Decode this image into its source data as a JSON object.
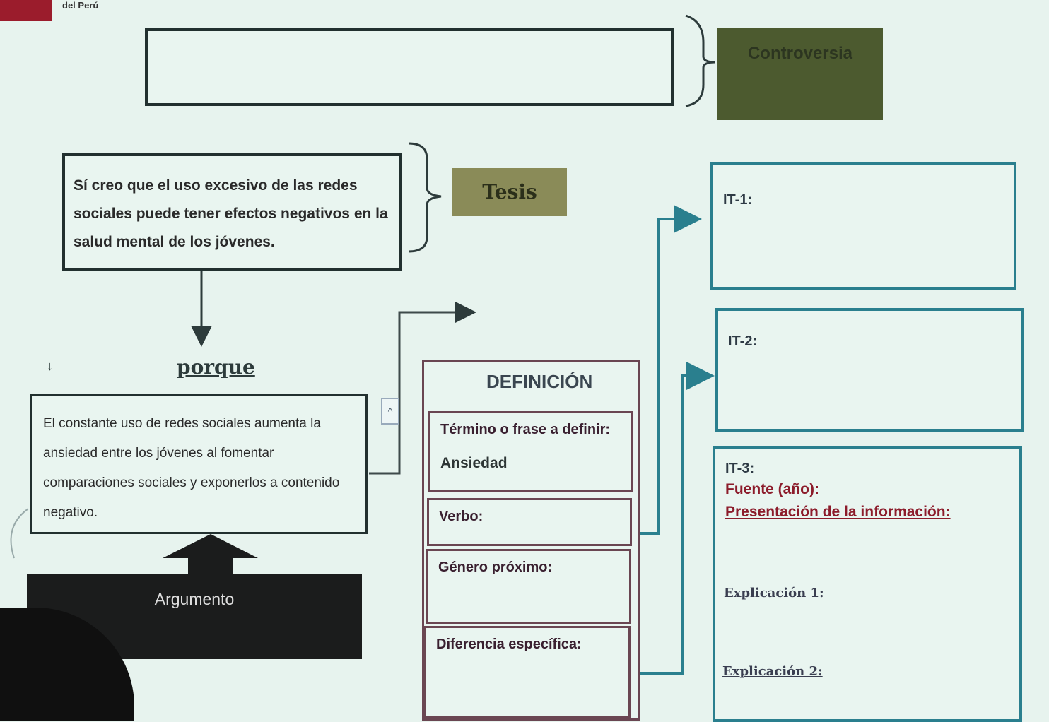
{
  "header": {
    "logo_text": "del Perú"
  },
  "controversia": {
    "label": "Controversia"
  },
  "thesis": {
    "text": "Sí creo que el uso excesivo de las redes sociales puede tener efectos negativos en la salud mental de los jóvenes.",
    "label": "Tesis"
  },
  "porque": {
    "label": "porque",
    "small_arrow": "↓"
  },
  "argument": {
    "text": "El constante uso de redes sociales aumenta la ansiedad entre los jóvenes al fomentar comparaciones sociales y exponerlos a contenido negativo.",
    "label": "Argumento",
    "collapse_icon": "^"
  },
  "definicion": {
    "title": "DEFINICIÓN",
    "term_label": "Término o frase a definir:",
    "term_value": "Ansiedad",
    "verbo_label": "Verbo:",
    "genero_label": "Género próximo:",
    "diferencia_label": "Diferencia específica:"
  },
  "it_boxes": {
    "it1": "IT-1:",
    "it2": "IT-2:",
    "it3": "IT-3:",
    "fuente": "Fuente (año):",
    "presentacion": "Presentación de la información:",
    "explicacion1": "Explicación 1:",
    "explicacion2": "Explicación 2:"
  },
  "colors": {
    "connector": "#2a7f8e",
    "controversia_fill": "#4c5a2f",
    "tesis_fill": "#8a8b58",
    "argumento_fill": "#1b1c1c",
    "accent_red": "#8c1c2b"
  }
}
